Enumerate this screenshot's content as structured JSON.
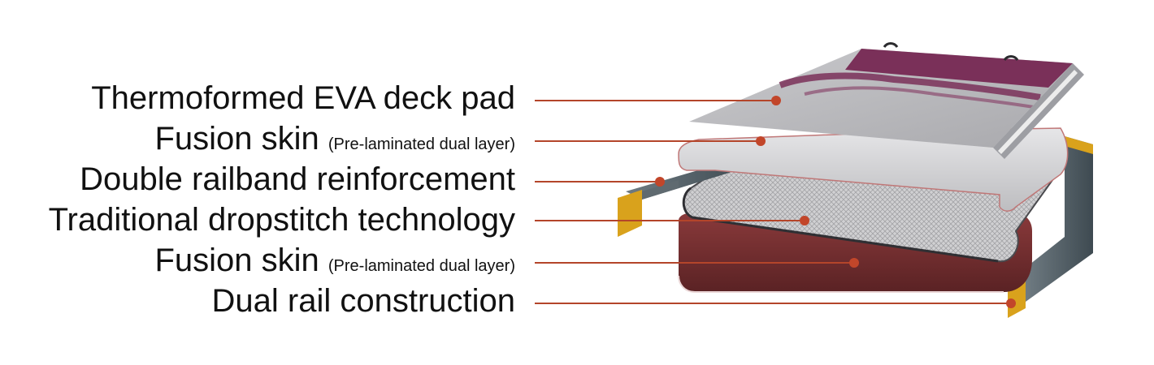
{
  "labels": [
    {
      "main": "Thermoformed EVA deck pad",
      "note": ""
    },
    {
      "main": "Fusion skin",
      "note": "(Pre-laminated dual layer)"
    },
    {
      "main": "Double railband reinforcement",
      "note": ""
    },
    {
      "main": "Traditional dropstitch technology",
      "note": ""
    },
    {
      "main": "Fusion skin",
      "note": "(Pre-laminated dual layer)"
    },
    {
      "main": "Dual rail construction",
      "note": ""
    }
  ],
  "colors": {
    "leader_line": "#b4452a",
    "leader_dot": "#c2462a",
    "deck_accent": "#7a3059",
    "skin_bottom": "#6e2a2c",
    "rail": "#d9a21c",
    "rail_band": "#4e5a61"
  }
}
